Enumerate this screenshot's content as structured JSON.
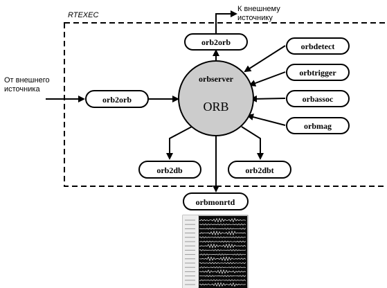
{
  "rtexec_label": "RTEXEC",
  "external_input_label": [
    "От внешнего",
    "источника"
  ],
  "external_output_label": [
    "К внешнему",
    "источнику"
  ],
  "orbserver": {
    "title": "orbserver",
    "subtitle": "ORB"
  },
  "nodes": {
    "orb2orb_in": "orb2orb",
    "orb2orb_out": "orb2orb",
    "orbdetect": "orbdetect",
    "orbtrigger": "orbtrigger",
    "orbassoc": "orbassoc",
    "orbmag": "orbmag",
    "orb2db": "orb2db",
    "orb2dbt": "orb2dbt",
    "orbmonrtd": "orbmonrtd"
  },
  "colors": {
    "server_fill": "#cccccc",
    "stroke": "#000000",
    "monitor_bg": "#0a0a0a",
    "monitor_panel": "#e6e6e6"
  },
  "icons": {
    "monitor": "seismogram-display"
  }
}
